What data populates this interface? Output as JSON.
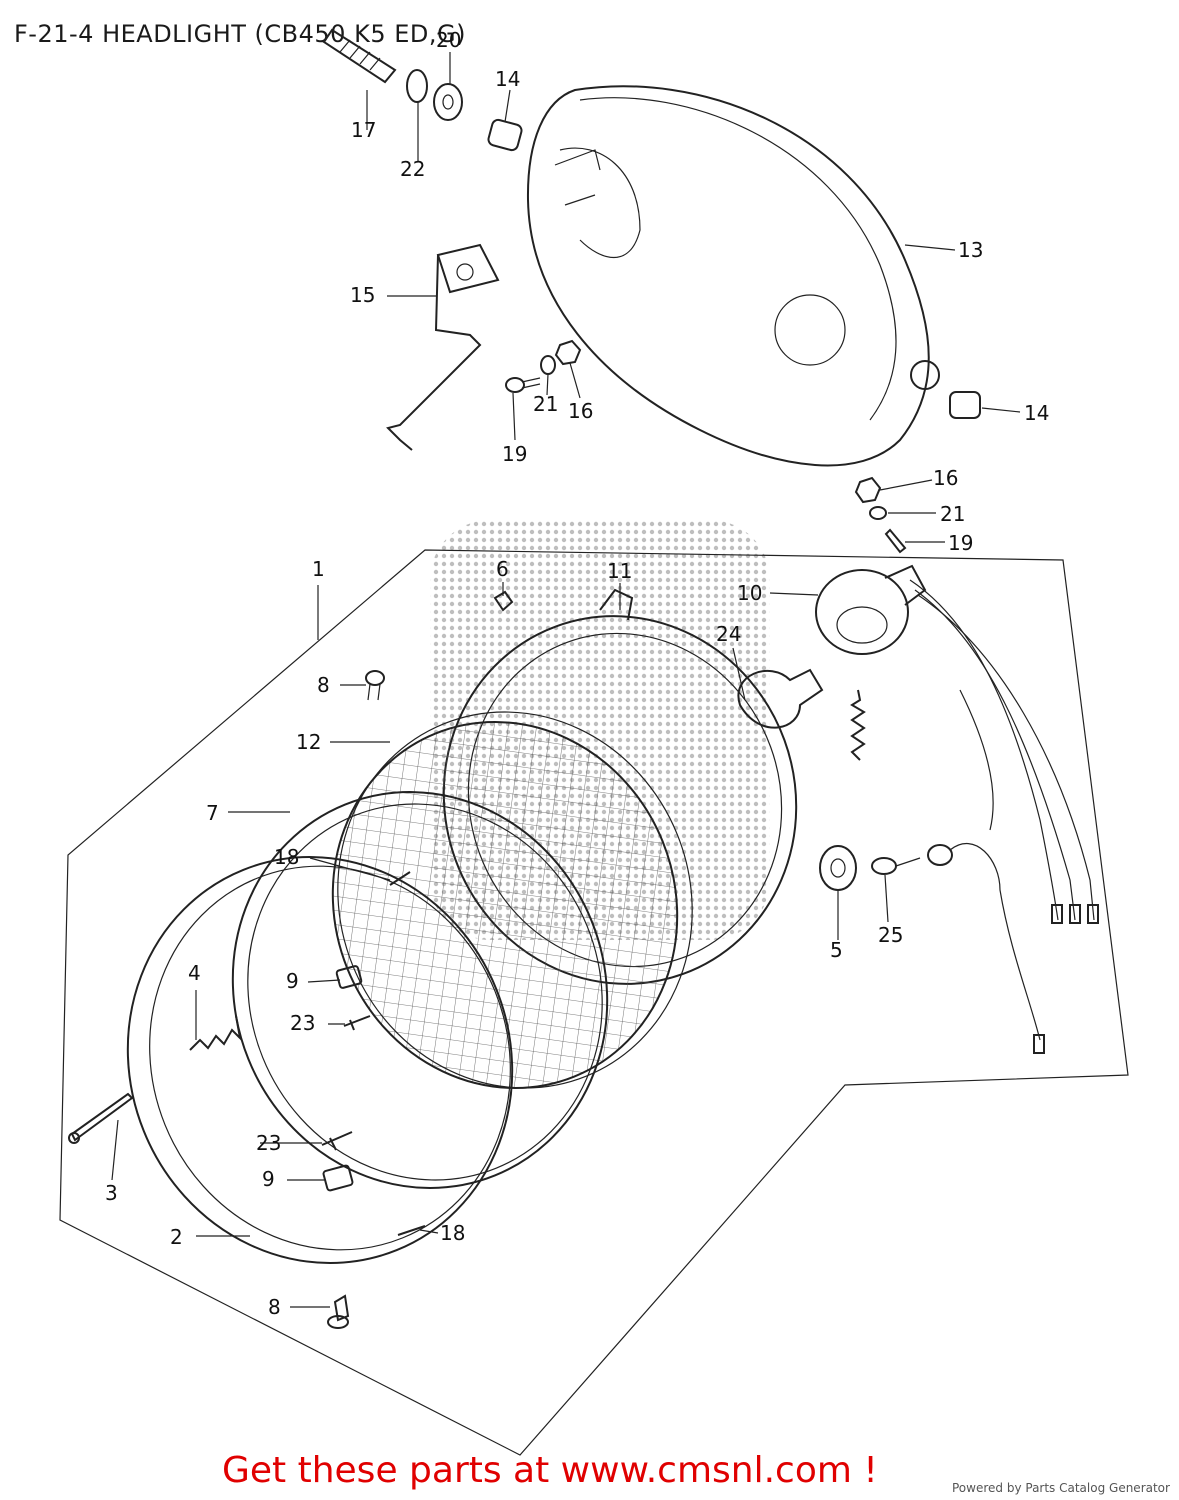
{
  "title": "F-21-4 HEADLIGHT (CB450 K5 ED,G)",
  "callouts": {
    "c1": "1",
    "c2": "2",
    "c3": "3",
    "c4": "4",
    "c5": "5",
    "c6": "6",
    "c7": "7",
    "c8a": "8",
    "c8b": "8",
    "c9a": "9",
    "c9b": "9",
    "c10": "10",
    "c11": "11",
    "c12": "12",
    "c13": "13",
    "c14a": "14",
    "c14b": "14",
    "c15": "15",
    "c16a": "16",
    "c16b": "16",
    "c17": "17",
    "c18a": "18",
    "c18b": "18",
    "c19a": "19",
    "c19b": "19",
    "c20": "20",
    "c21a": "21",
    "c21b": "21",
    "c22": "22",
    "c23a": "23",
    "c23b": "23",
    "c24": "24",
    "c25": "25"
  },
  "footer": {
    "link_text": "Get these parts at www.cmsnl.com !",
    "credit": "Powered by Parts Catalog Generator"
  }
}
